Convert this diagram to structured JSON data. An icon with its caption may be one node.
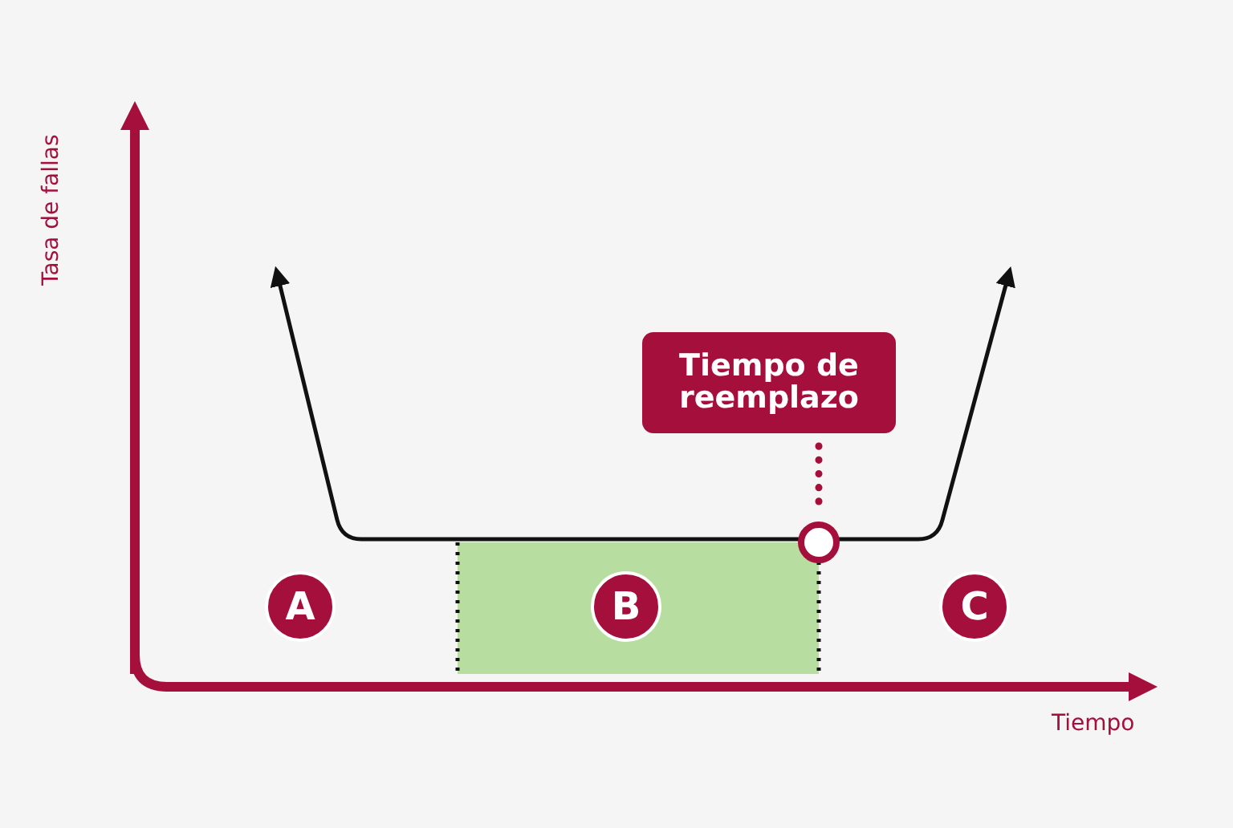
{
  "diagram": {
    "nodes": [
      {
        "text": [
          "Tiempo de reemplazo"
        ]
      },
      {
        "text": [],
        "shape": "circle"
      },
      {
        "text": [
          "A"
        ]
      },
      {
        "text": [
          "B"
        ]
      },
      {
        "text": [
          "C"
        ]
      }
    ],
    "edges": [
      {
        "from": 0,
        "to": 1,
        "arrow": "none",
        "style": "dashed"
      }
    ],
    "labels": [
      "Tasa de fallas",
      "Tiempo"
    ]
  }
}
